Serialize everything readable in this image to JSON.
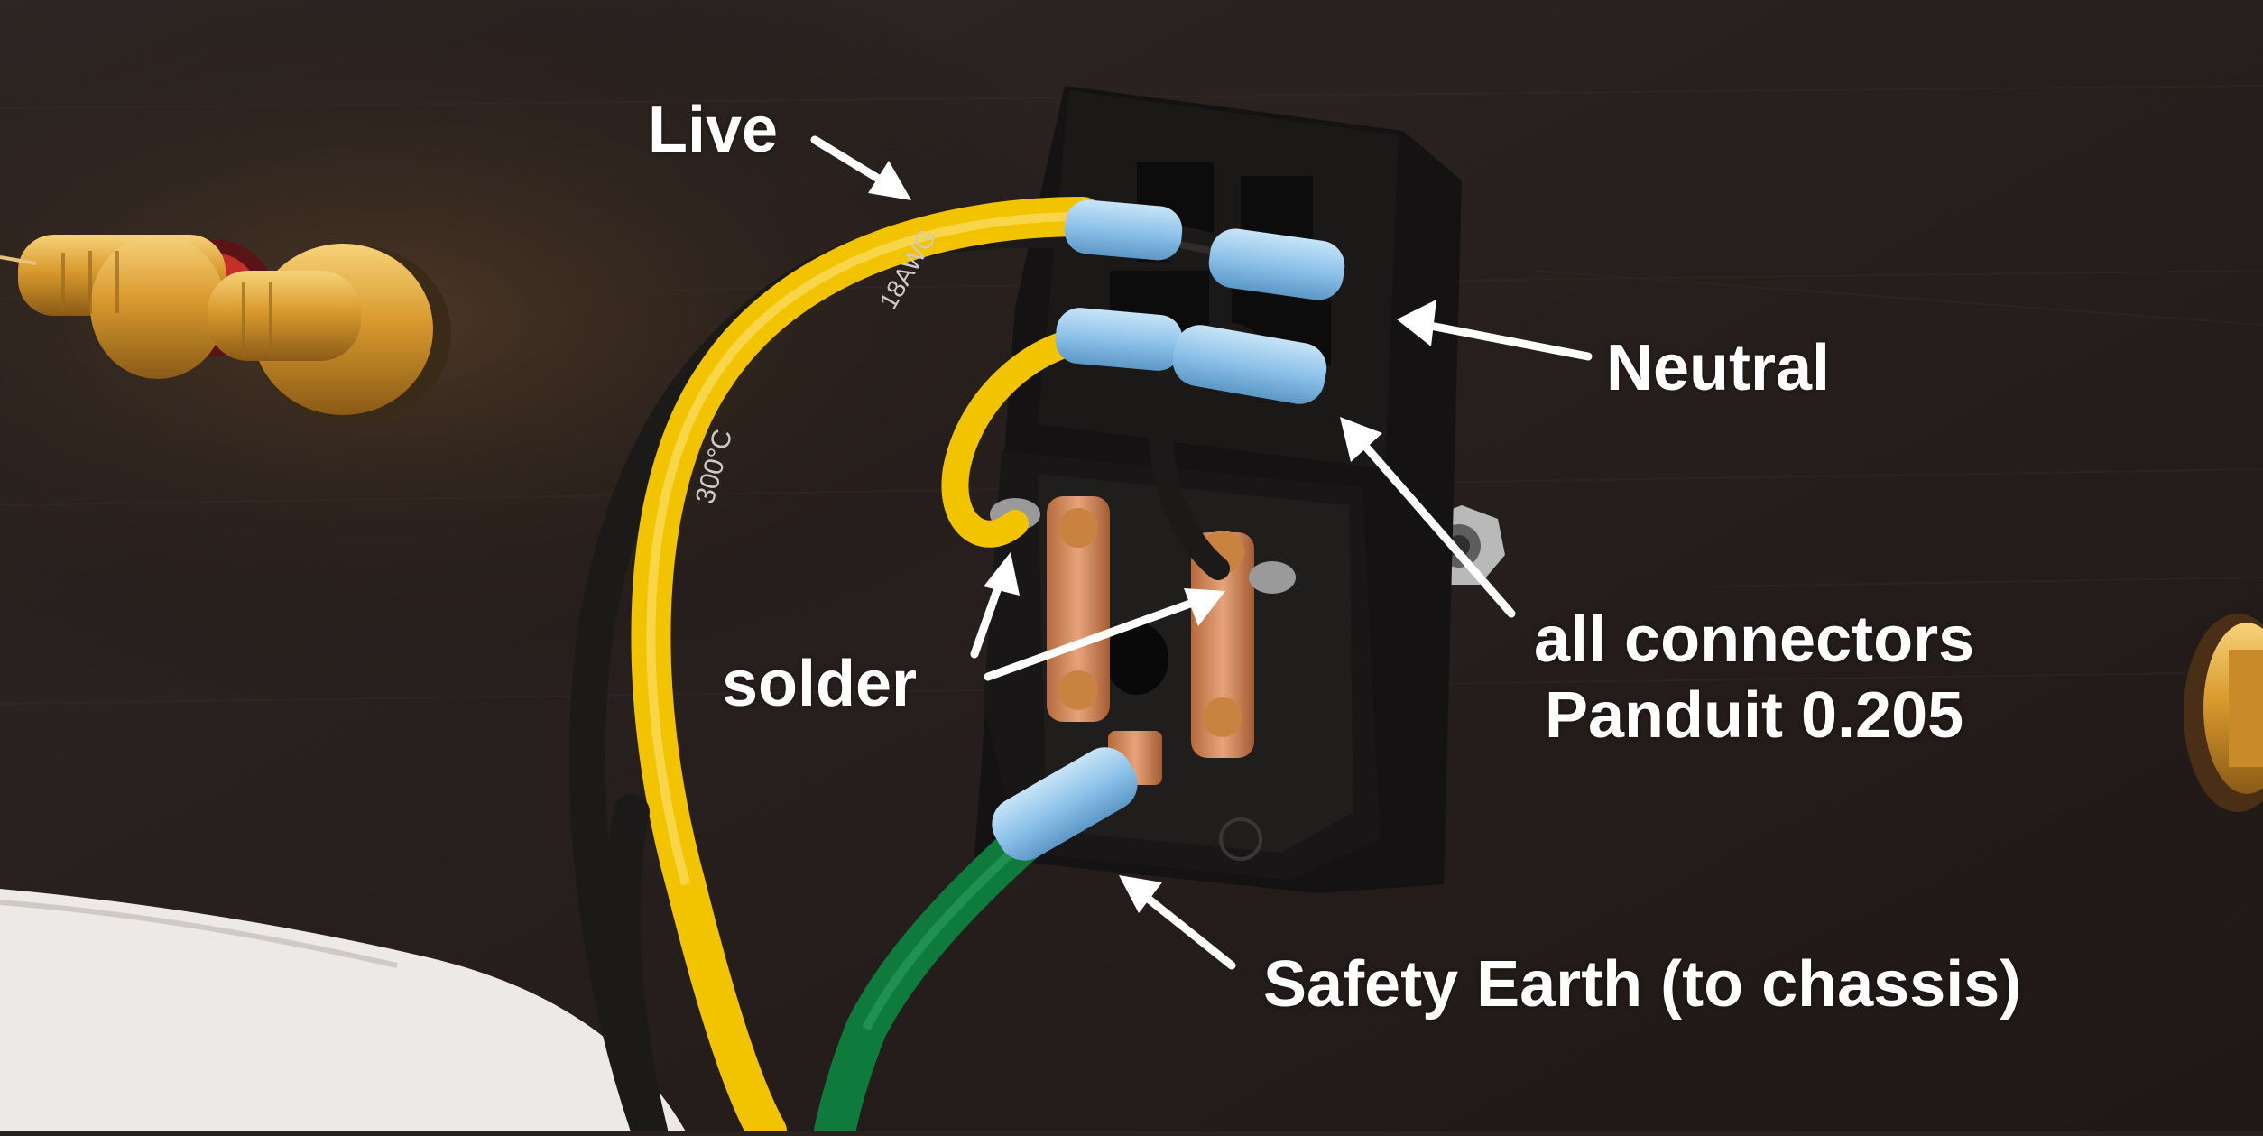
{
  "annotations": {
    "live": "Live",
    "neutral": "Neutral",
    "solder": "solder",
    "connectors_line1": "all connectors",
    "connectors_line2": "Panduit 0.205",
    "earth": "Safety Earth (to chassis)"
  },
  "cable_markings": {
    "black_cable_gauge": "18AWG",
    "black_cable_rating": "300°C"
  },
  "colors": {
    "panel": "#2b2321",
    "live_wire": "#f2c400",
    "neutral_wire": "#1c1a19",
    "earth_wire": "#0e7a3c",
    "connector_insulation": "#8fc3ea",
    "brass_terminal": "#d9a23a",
    "annotation_text": "#ffffff"
  }
}
